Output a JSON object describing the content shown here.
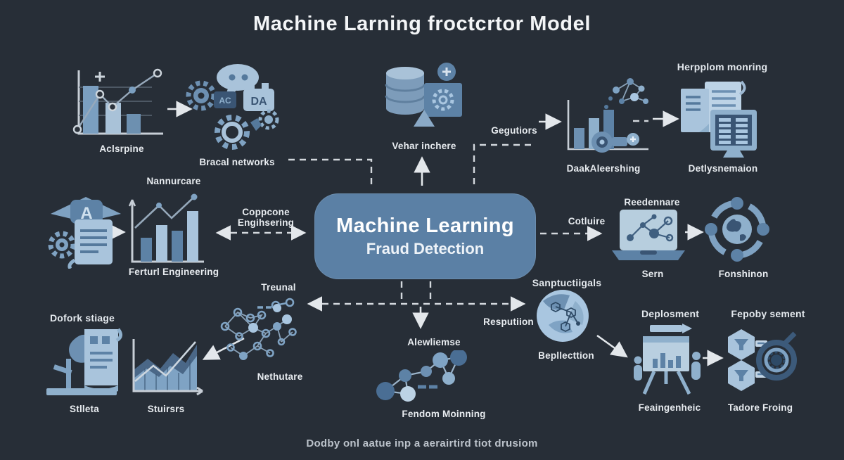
{
  "title": "Machine Larning froctcrtor Model",
  "center_node": {
    "line1": "Machine Learning",
    "line2": "Fraud Detection"
  },
  "caption": "Dodby onl aatue inp a aerairtird tiot drusiom",
  "headers": {
    "herpplom_monring": "Herpplom monring",
    "dofork_stiage": "Dofork stiage",
    "sanptuctiigals": "Sanptuctiigals",
    "deplosment": "Deplosment",
    "fepoby_sement": "Fepoby sement"
  },
  "labels": {
    "aclsrpine": "Aclsrpine",
    "bracal_networks": "Bracal networks",
    "nannurcare": "Nannurcare",
    "vehar_inchere": "Vehar inchere",
    "gegutiors": "Gegutiors",
    "daakaleershing": "DaakAleershing",
    "detlysnemaion": "Detlysnemaion",
    "ferturl_engineering": "Ferturl Engineering",
    "coppcone_line1": "Coppcone",
    "coppcone_line2": "Engihsering",
    "cotluire": "Cotluire",
    "reedennare": "Reedennare",
    "sern": "Sern",
    "fonshinon": "Fonshinon",
    "treunal": "Treunal",
    "nethutare": "Nethutare",
    "stlleta": "Stlleta",
    "stuirsrs": "Stuirsrs",
    "alewliemse": "Alewliemse",
    "fendom_moinning": "Fendom Moinning",
    "resputiion": "Resputiion",
    "bepllecttion": "Bepllecttion",
    "feaingenheic": "Feaingenheic",
    "tadore_froing": "Tadore Froing"
  },
  "icon_texts": {
    "a_badge": "A",
    "da_tag": "DA",
    "ac_tag": "AC"
  },
  "colors": {
    "background": "#272e37",
    "center_box": "#5b80a5",
    "label_text": "#e8ecf0",
    "arrow": "#e3e7eb",
    "icon_light": "#a9c4dc",
    "icon_mid": "#6d90b2",
    "icon_dark": "#3a5574"
  }
}
